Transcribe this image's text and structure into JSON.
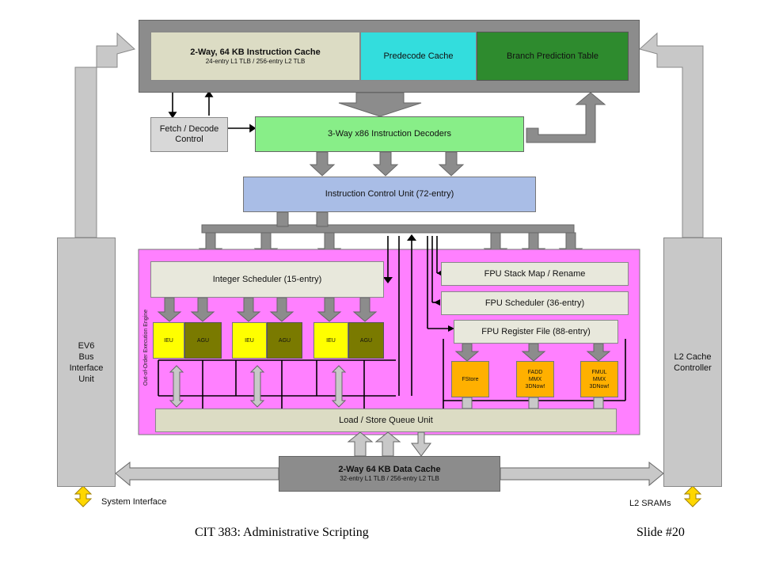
{
  "diagram": {
    "icache_title": "2-Way, 64 KB Instruction Cache",
    "icache_sub": "24-entry L1 TLB / 256-entry L2 TLB",
    "predecode": "Predecode Cache",
    "branch": "Branch Prediction Table",
    "fetch_line1": "Fetch / Decode",
    "fetch_line2": "Control",
    "decoders": "3-Way  x86 Instruction Decoders",
    "icu": "Instruction Control Unit (72-entry)",
    "int_sched": "Integer Scheduler (15-entry)",
    "fpu_stack": "FPU Stack Map / Rename",
    "fpu_sched": "FPU Scheduler (36-entry)",
    "fpu_reg": "FPU Register File (88-entry)",
    "ieu": "IEU",
    "agu": "AGU",
    "fstore": "FStore",
    "fadd": [
      "FADD",
      "MMX",
      "3DNow!"
    ],
    "fmul": [
      "FMUL",
      "MMX",
      "3DNow!"
    ],
    "lsq": "Load / Store Queue Unit",
    "ooo": "Out-of-Order Execution Engine",
    "dcache_title": "2-Way 64 KB Data Cache",
    "dcache_sub": "32-entry L1 TLB / 256-entry L2 TLB",
    "ev6": [
      "EV6",
      "Bus",
      "Interface",
      "Unit"
    ],
    "l2": [
      "L2 Cache",
      "Controller"
    ],
    "system_interface": "System Interface",
    "l2_srams": "L2 SRAMs",
    "colors": {
      "gray": "#8c8c8c",
      "light_gray": "#c8c8c8",
      "magenta": "#ff80ff",
      "cream": "#dcdcc4",
      "cyan": "#33dddd",
      "green": "#2e8b2e",
      "light_green": "#88ee88",
      "blue": "#a9bde6",
      "yellow": "#ffff00",
      "olive": "#7a7a00",
      "orange": "#ffb000"
    }
  },
  "footer": {
    "course": "CIT 383: Administrative Scripting",
    "slide": "Slide #20"
  }
}
